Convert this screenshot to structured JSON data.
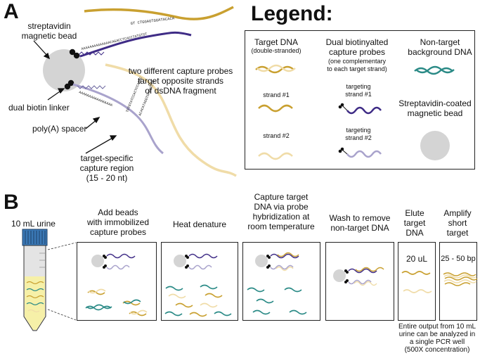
{
  "panelA": {
    "letter": "A",
    "labels": {
      "bead": "streptavidin\nmagnetic bead",
      "biotin": "dual biotin linker",
      "polyA": "poly(A) spacer",
      "capture_region": "target-specific\ncapture region\n(15 - 20 nt)",
      "two_probes": "two different capture probes\ntarget opposite strands\nof dsDNA fragment"
    },
    "sequences": {
      "top_target": "GT CTGGAGTGGATACACA",
      "top_probe": "AAAAAAAAAAAAAACAGACCTCACCTATGTGT",
      "bottom_probe_polyA": "AAAAAAAAAAAAAAAAA",
      "bottom_probe_capture": "TGTGTATCCACTCCAGAC",
      "bottom_target": "ACACATAGGTGAGGTCTG"
    }
  },
  "legend": {
    "title": "Legend:",
    "target_dna": "Target DNA",
    "target_dna_sub": "(double-stranded)",
    "dual_probes": "Dual biotinyalted\ncapture probes",
    "dual_probes_sub": "(one complementary\nto each target strand)",
    "non_target": "Non-target\nbackground DNA",
    "strand1": "strand #1",
    "strand2": "strand #2",
    "targeting1": "targeting\nstrand #1",
    "targeting2": "targeting\nstrand #2",
    "bead": "Streptavidin-coated\nmagnetic bead"
  },
  "panelB": {
    "letter": "B",
    "tube_label": "10 mL urine",
    "steps": [
      {
        "label": "Add beads\nwith immobilized\ncapture probes"
      },
      {
        "label": "Heat denature"
      },
      {
        "label": "Capture target\nDNA via probe\nhybridization at\nroom temperature"
      },
      {
        "label": "Wash to remove\nnon-target DNA"
      },
      {
        "label": "Elute\ntarget\nDNA",
        "inner": "20 uL"
      },
      {
        "label": "Amplify\nshort\ntarget",
        "inner": "25 - 50 bp"
      }
    ],
    "footnote": "Entire output from 10 mL\nurine can be analyzed in\na single PCR well\n(500X concentration)"
  },
  "colors": {
    "gold": "#c9a030",
    "pale": "#f0dca8",
    "purple": "#3f2c86",
    "lavender": "#a9a3cc",
    "teal": "#2a8a86",
    "bead": "#d4d4d4"
  }
}
